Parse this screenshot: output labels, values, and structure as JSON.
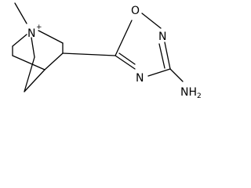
{
  "molecule": {
    "atoms": {
      "n_quinuclidine": "N",
      "n_charge": "+",
      "o_ring": "O",
      "n_ring_top": "N",
      "n_ring_bottom": "N",
      "nh2": "NH",
      "nh2_subscript": "2"
    }
  }
}
